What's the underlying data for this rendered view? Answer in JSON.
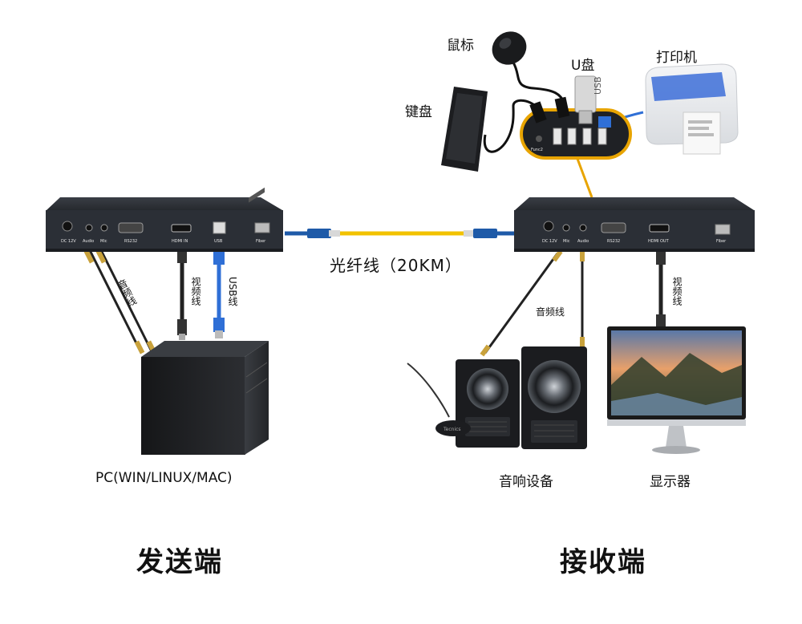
{
  "labels": {
    "mouse": "鼠标",
    "udisk": "U盘",
    "printer": "打印机",
    "keyboard": "键盘",
    "fiber": "光纤线（20KM）",
    "pc": "PC(WIN/LINUX/MAC)",
    "audio_equipment": "音响设备",
    "monitor": "显示器",
    "transmitter": "发送端",
    "receiver": "接收端",
    "audio_cable_left": "音频线",
    "video_cable_left": "视频线",
    "usb_cable": "USB线",
    "audio_cable_right": "音频线",
    "video_cable_right": "视频线",
    "usb_stick_text": "USB"
  },
  "transmitter_ports": [
    "DC 12V",
    "Audio",
    "Mic",
    "RS232",
    "HDMI IN",
    "USB",
    "Fiber"
  ],
  "receiver_ports": [
    "DC 12V",
    "Mic",
    "Audio",
    "RS232",
    "HDMI OUT",
    "Fiber"
  ],
  "hub_ports": [
    "Func2"
  ],
  "speaker_brand": "Tecnics",
  "colors": {
    "device_body": "#2b2f36",
    "fiber_cable": "#f2c200",
    "fiber_connector": "#1e5aa8",
    "hub_ring": "#e8a400",
    "usb_cable": "#2f6fd6"
  }
}
